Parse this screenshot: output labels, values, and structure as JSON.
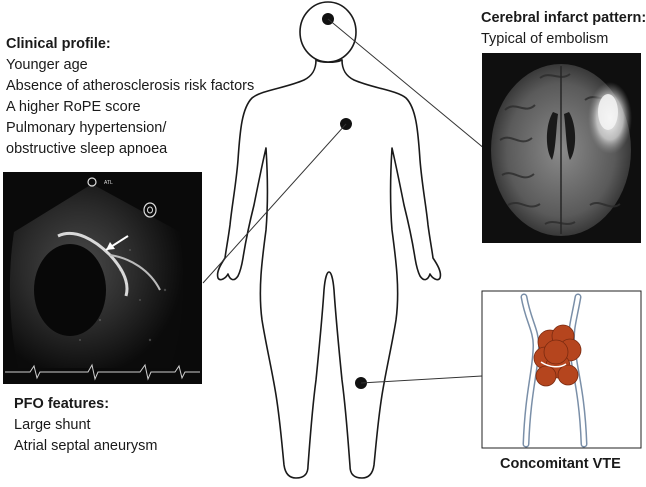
{
  "clinical_profile": {
    "heading": "Clinical profile:",
    "items": [
      "Younger age",
      "Absence of atherosclerosis risk factors",
      "A higher RoPE score",
      "Pulmonary hypertension/",
      "obstructive sleep apnoea"
    ]
  },
  "cerebral_infarct": {
    "heading": "Cerebral infarct pattern:",
    "description": "Typical of embolism"
  },
  "pfo_features": {
    "heading": "PFO features:",
    "items": [
      "Large shunt",
      "Atrial septal aneurysm"
    ]
  },
  "vte": {
    "caption": "Concomitant VTE"
  },
  "echo_marker": "ATL",
  "colors": {
    "outline": "#1a1a1a",
    "echo_bg": "#0d0d0d",
    "clot": "#b5451e",
    "mri_bg": "#111111"
  }
}
